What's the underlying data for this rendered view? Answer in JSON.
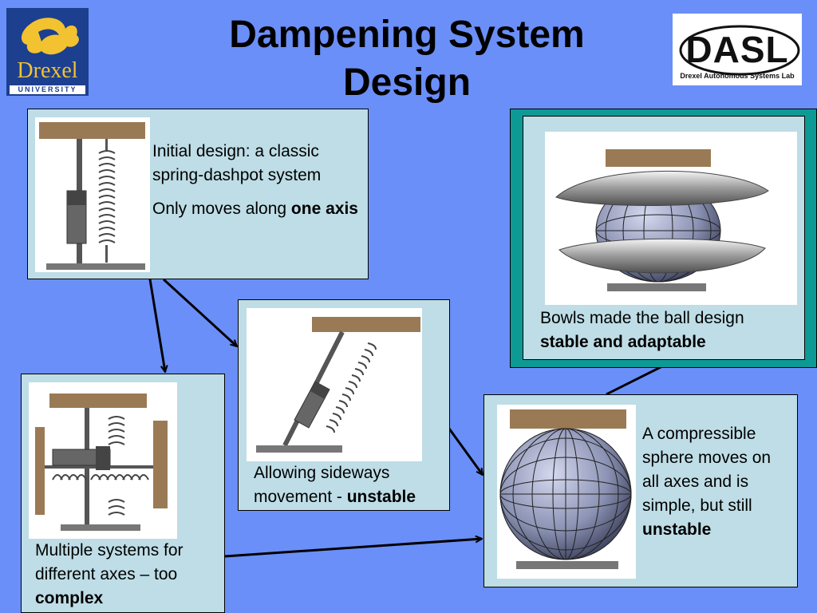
{
  "title_line1": "Dampening System",
  "title_line2": "Design",
  "logos": {
    "drexel_word": "Drexel",
    "drexel_sub": "UNIVERSITY",
    "dasl_word": "DASL",
    "dasl_sub": "Drexel Autonomous Systems Lab"
  },
  "boxes": {
    "initial": {
      "line1": "Initial design: a classic spring-dashpot system",
      "line2_prefix": "Only moves along ",
      "line2_bold": "one axis"
    },
    "sideways": {
      "prefix": "Allowing sideways movement - ",
      "bold": "unstable"
    },
    "multiple": {
      "prefix": "Multiple systems for different axes – too ",
      "bold": "complex"
    },
    "sphere": {
      "prefix": "A compressible sphere moves on all axes and is simple, but still ",
      "bold": "unstable"
    },
    "bowls": {
      "prefix": "Bowls made the ball design ",
      "bold": "stable and adaptable"
    }
  },
  "colors": {
    "background": "#6b8ff8",
    "box_fill": "#bedde6",
    "bowls_frame": "#0e9a94",
    "plate": "#9a7a55"
  }
}
